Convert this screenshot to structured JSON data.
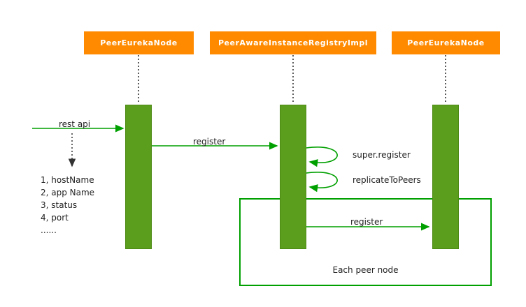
{
  "diagram": {
    "type": "sequence-diagram",
    "colors": {
      "participant_header_bg": "#FF8A00",
      "participant_header_text": "#FFFFFF",
      "activation_bar": "#5B9E1D",
      "arrow_and_frame_green": "#00A000",
      "label_text": "#222222"
    },
    "participants": [
      {
        "label": "PeerEurekaNode"
      },
      {
        "label": "PeerAwareInstanceRegistryImpl"
      },
      {
        "label": "PeerEurekaNode"
      }
    ],
    "messages": {
      "rest_api": "rest api",
      "register_1": "register",
      "self_call_1": "super.register",
      "self_call_2": "replicateToPeers",
      "register_2": "register"
    },
    "note_list": {
      "items": [
        "1, hostName",
        "2, app Name",
        "3, status",
        "4, port",
        "......"
      ]
    },
    "frame": {
      "label": "Each peer node"
    }
  }
}
